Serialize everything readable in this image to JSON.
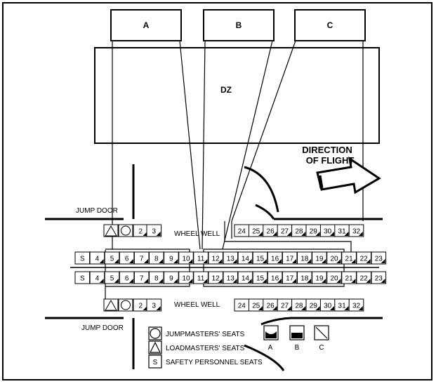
{
  "zones": [
    {
      "id": "A",
      "label": "A"
    },
    {
      "id": "B",
      "label": "B"
    },
    {
      "id": "C",
      "label": "C"
    }
  ],
  "dz_label": "DZ",
  "direction_label": [
    "DIRECTION",
    "OF FLIGHT"
  ],
  "jump_door_label": "JUMP DOOR",
  "wheel_well_label": "WHEEL WELL",
  "seats": {
    "center_row_upper": [
      "S",
      "4",
      "5",
      "6",
      "7",
      "8",
      "9",
      "10",
      "11",
      "12",
      "13",
      "14",
      "15",
      "16",
      "17",
      "18",
      "19",
      "20",
      "21",
      "22",
      "23"
    ],
    "center_row_lower": [
      "S",
      "4",
      "5",
      "6",
      "7",
      "8",
      "9",
      "10",
      "11",
      "12",
      "13",
      "14",
      "15",
      "16",
      "17",
      "18",
      "19",
      "20",
      "21",
      "22",
      "23"
    ],
    "wheel_well_row": [
      "24",
      "25",
      "26",
      "27",
      "28",
      "29",
      "30",
      "31",
      "32"
    ],
    "left_group": [
      "2",
      "3"
    ]
  },
  "legend": [
    {
      "shape": "circle",
      "label": "JUMPMASTERS' SEATS"
    },
    {
      "shape": "triangle",
      "label": "LOADMASTERS' SEATS"
    },
    {
      "shape": "letter",
      "symbol": "S",
      "label": "SAFETY PERSONNEL SEATS"
    }
  ],
  "stick_seat_labels": [
    "A",
    "B",
    "C"
  ]
}
